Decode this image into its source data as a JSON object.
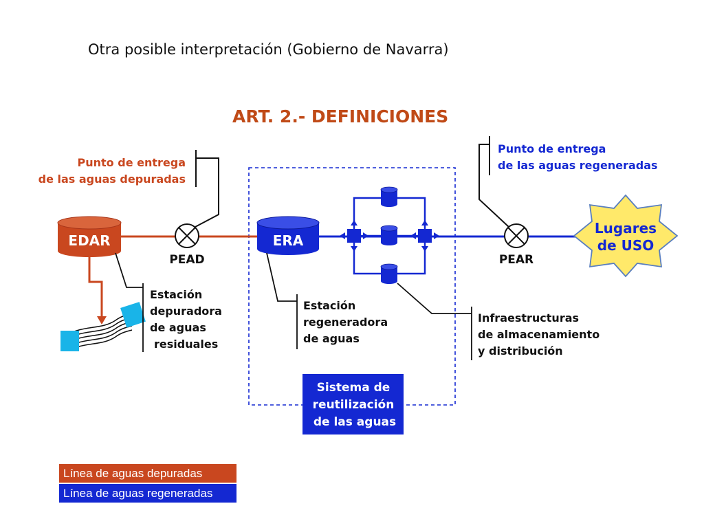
{
  "slide_title": "Otra posible interpretación (Gobierno de Navarra)",
  "diagram": {
    "heading": "ART. 2.- DEFINICIONES",
    "colors": {
      "red": "#c9471f",
      "blue": "#1428d2",
      "cyan": "#19b4e8",
      "yellow": "#ffe96a",
      "brown": "#c04a17"
    },
    "punto_depuradas": [
      "Punto de entrega",
      "de las aguas depuradas"
    ],
    "punto_regeneradas": [
      "Punto de entrega",
      "de las aguas regeneradas"
    ],
    "edar_label": "EDAR",
    "era_label": "ERA",
    "pead_label": "PEAD",
    "pear_label": "PEAR",
    "lugares_label": [
      "Lugares",
      "de USO"
    ],
    "estacion_depuradora": [
      "Estación",
      "depuradora",
      "de aguas",
      "residuales"
    ],
    "estacion_regeneradora": [
      "Estación",
      "regeneradora",
      "de aguas"
    ],
    "infraestructuras": [
      "Infraestructuras",
      "de almacenamiento",
      "y distribución"
    ],
    "sistema": [
      "Sistema de",
      "reutilización",
      "de las aguas"
    ]
  },
  "legend": {
    "depuradas": "Línea de aguas depuradas",
    "regeneradas": "Línea de aguas regeneradas"
  }
}
